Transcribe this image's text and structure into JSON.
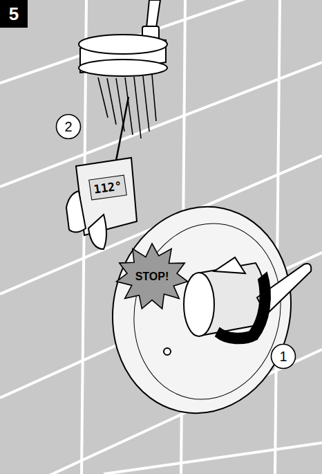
{
  "diagram": {
    "nodes": [
      {
        "text": [
          "5"
        ]
      },
      {
        "text": [
          "2"
        ]
      },
      {
        "text": [
          "112°"
        ]
      },
      {
        "text": [
          "STOP!"
        ]
      },
      {
        "text": [
          "1"
        ]
      }
    ]
  }
}
